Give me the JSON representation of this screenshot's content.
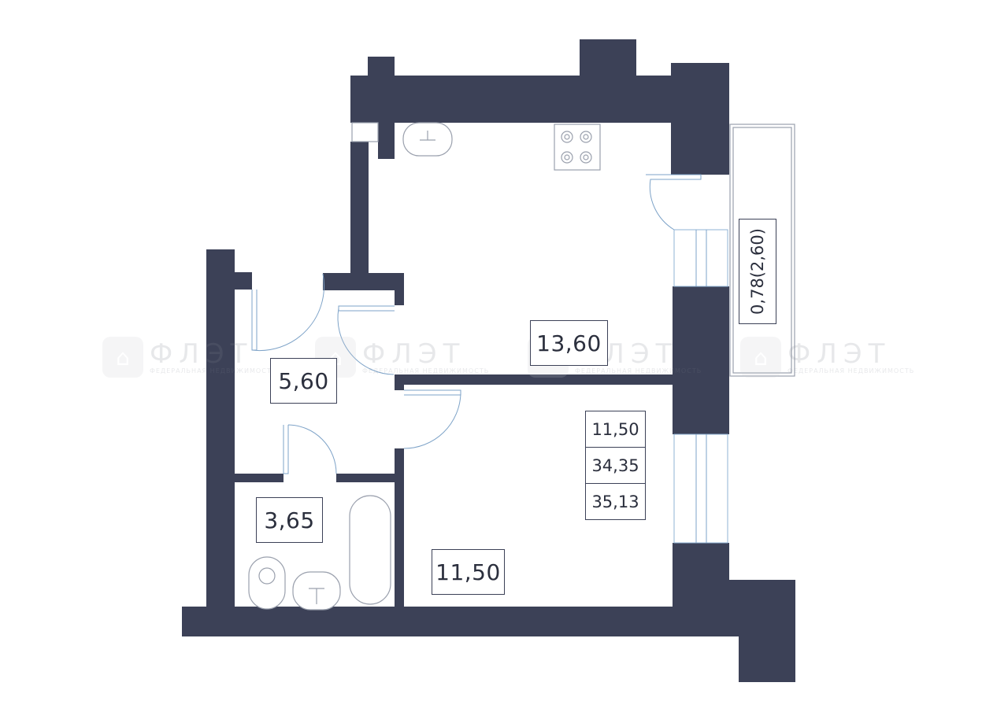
{
  "rooms": {
    "kitchen_living": {
      "area": "13,60"
    },
    "hall": {
      "area": "5,60"
    },
    "bathroom": {
      "area": "3,65"
    },
    "bedroom": {
      "area": "11,50"
    }
  },
  "summary": {
    "living_area": "11,50",
    "total_area": "34,35",
    "total_with_balcony": "35,13"
  },
  "balcony": {
    "area_label": "0,78(2,60)"
  },
  "watermark": {
    "logo_icon": "flat-logo-icon",
    "title": "ФЛЭТ",
    "subtitle": "ФЕДЕРАЛЬНАЯ НЕДВИЖИМОСТЬ"
  },
  "colors": {
    "wall": "#3c4157",
    "door": "#7ea3c8",
    "label_border": "#3c4157"
  }
}
